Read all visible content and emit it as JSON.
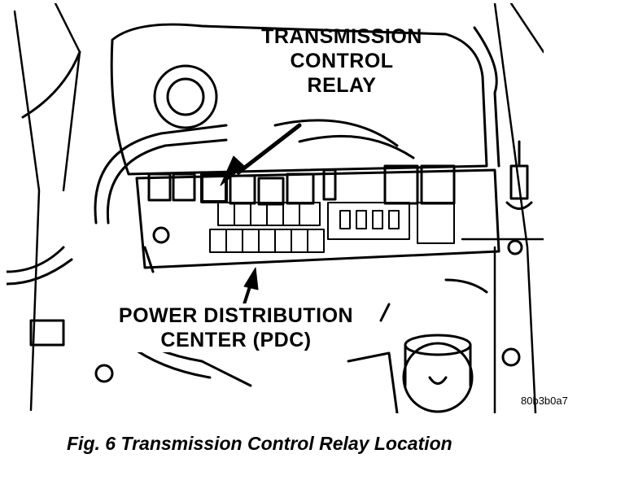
{
  "figure": {
    "callout_relay": [
      "TRANSMISSION",
      "CONTROL",
      "RELAY"
    ],
    "callout_pdc": [
      "POWER DISTRIBUTION",
      "CENTER (PDC)"
    ],
    "image_code": "80b3b0a7"
  },
  "caption": "Fig. 6 Transmission Control Relay Location"
}
